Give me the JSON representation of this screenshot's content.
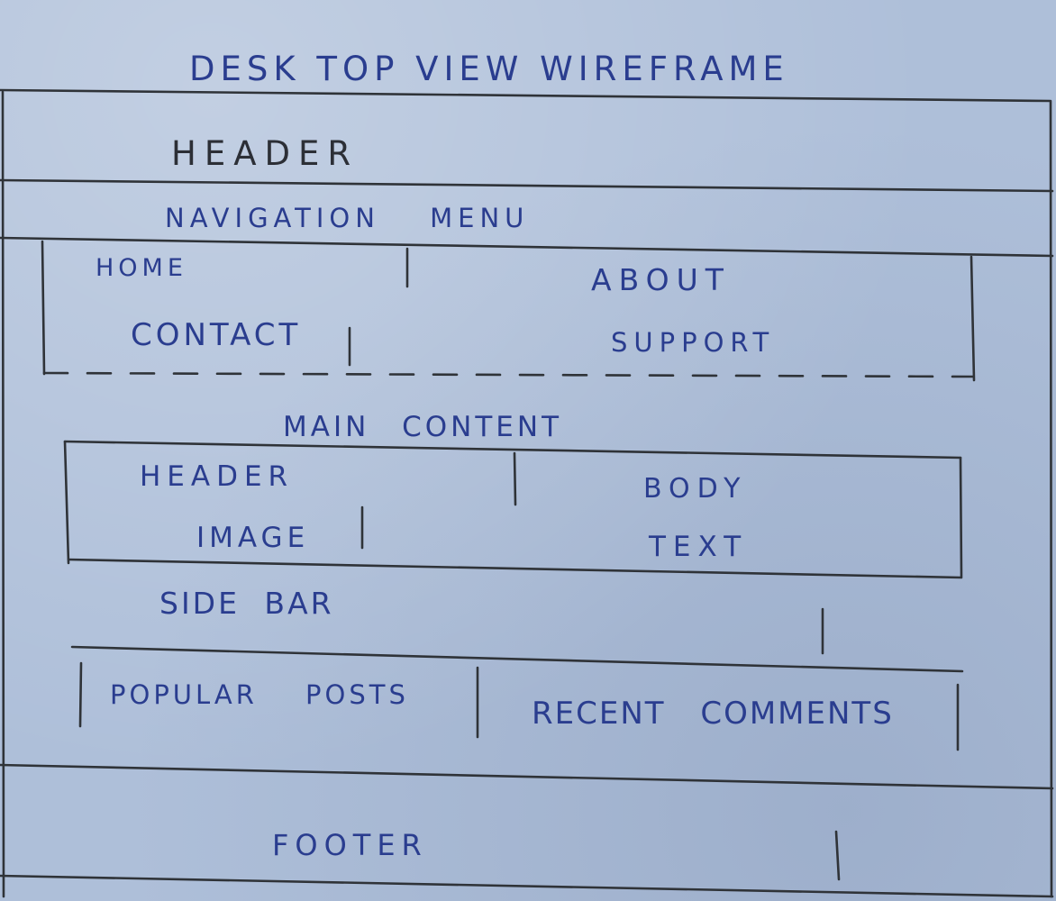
{
  "title": "Desk Top View Wireframe",
  "header": {
    "label": "Header"
  },
  "navigation": {
    "label": "Navigation Menu",
    "items": [
      "Home",
      "About",
      "Contact",
      "Support"
    ]
  },
  "main_content": {
    "label": "Main Content",
    "header_image": [
      "Header",
      "Image"
    ],
    "body_text": [
      "Body",
      "Text"
    ]
  },
  "sidebar": {
    "label": "Side Bar",
    "items": [
      "Popular Posts",
      "Recent Comments"
    ]
  },
  "footer": {
    "label": "Footer"
  },
  "colors": {
    "paper": "#aebfd9",
    "ink_blue": "#2a3d8f",
    "pencil": "#2f3338"
  }
}
